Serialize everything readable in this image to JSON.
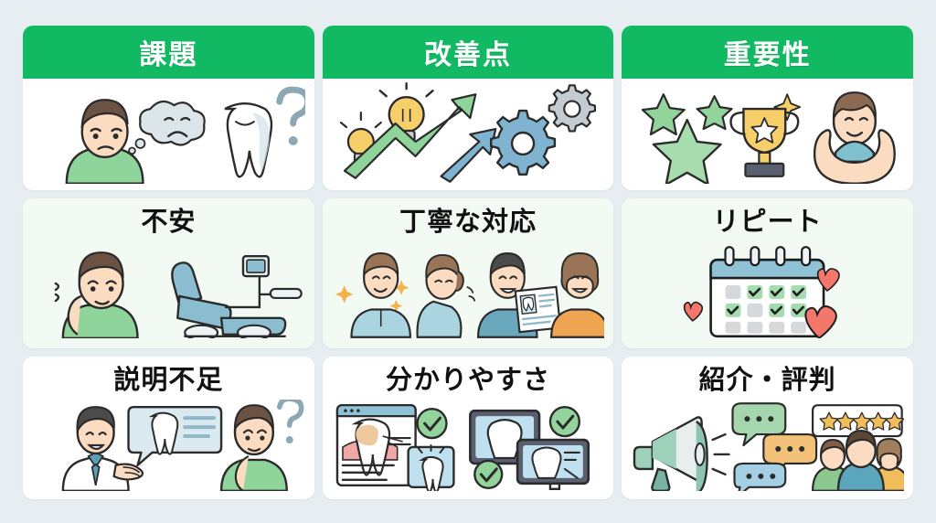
{
  "page": {
    "background_color": "#e6eef1",
    "header_color": "#10b962",
    "title_color": "#111111",
    "card_white": "#ffffff",
    "card_mint": "#f2faf3"
  },
  "columns": [
    {
      "header": "課題"
    },
    {
      "header": "改善点"
    },
    {
      "header": "重要性"
    }
  ],
  "grid": {
    "row1": [
      {
        "title": "",
        "illustration": "worried-person-thought-bubble-tooth-question"
      },
      {
        "title": "",
        "illustration": "lightbulbs-growth-arrows-gears"
      },
      {
        "title": "",
        "illustration": "stars-trophy-open-hands-person"
      }
    ],
    "row2": [
      {
        "title": "不安",
        "illustration": "toothache-person-dental-chair"
      },
      {
        "title": "丁寧な対応",
        "illustration": "dental-staff-explaining-document"
      },
      {
        "title": "リピート",
        "illustration": "calendar-checkmarks-hearts"
      }
    ],
    "row3": [
      {
        "title": "説明不足",
        "illustration": "dentist-speech-bubble-confused-patient"
      },
      {
        "title": "分かりやすさ",
        "illustration": "screens-tooth-green-checkmarks"
      },
      {
        "title": "紹介・評判",
        "illustration": "megaphone-speech-bubbles-star-rating-people"
      }
    ]
  }
}
